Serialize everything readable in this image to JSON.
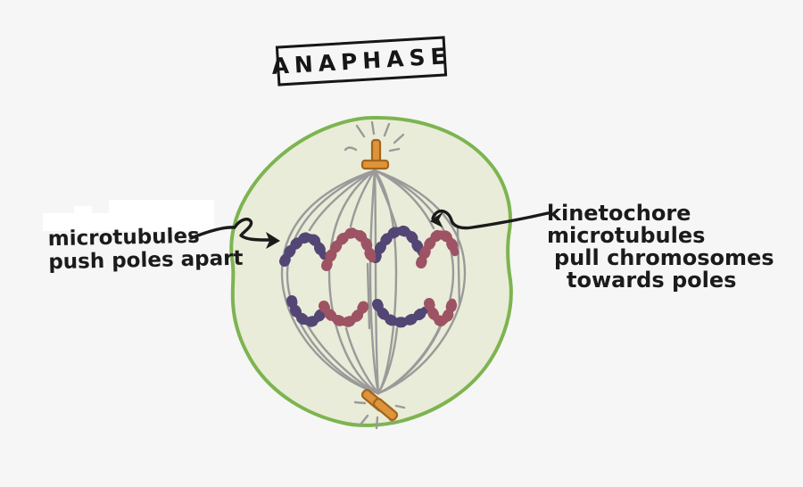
{
  "title": "ANAPHASE",
  "annotations": {
    "left": {
      "line1": "microtubules",
      "line2": "push poles apart"
    },
    "right": {
      "line1": "kinetochore",
      "line2": "microtubules",
      "line3": "pull chromosomes",
      "line4": "towards poles"
    }
  },
  "colors": {
    "background": "#f6f6f6",
    "ink": "#1a1a1a",
    "whiteout": "#ffffff",
    "cell_fill": "#e9ecd8",
    "membrane_green": "#7db450",
    "spindle_gray": "#9a9a9a",
    "chromosome_purple": "#534674",
    "chromosome_maroon": "#9d5363",
    "centrosome_fill": "#dd943b",
    "centrosome_stroke": "#a2651c"
  }
}
